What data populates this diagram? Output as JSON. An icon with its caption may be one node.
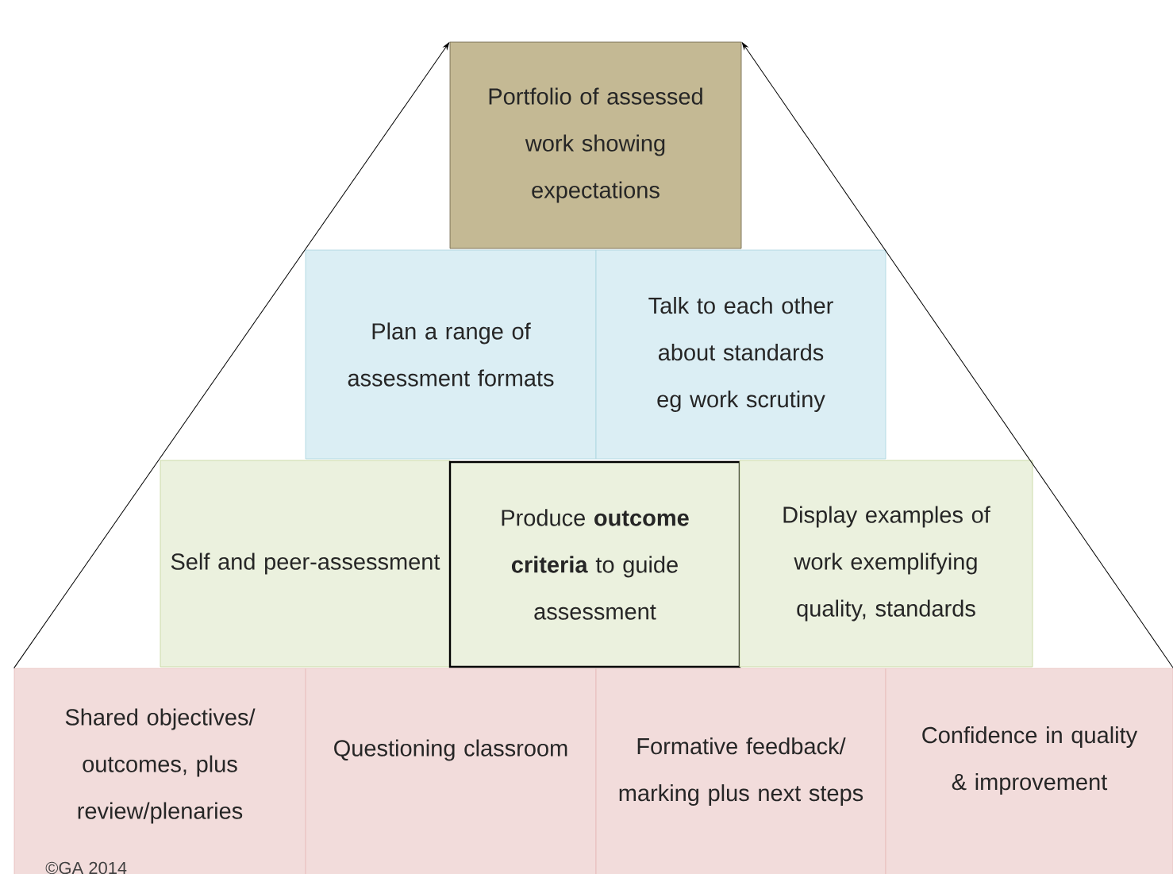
{
  "diagram": {
    "nodes": [
      {
        "text": [
          "Portfolio of assessed work showing expectations"
        ]
      },
      {
        "text": [
          "Plan a range of assessment formats"
        ]
      },
      {
        "text": [
          "Talk to each other about standards eg work scrutiny"
        ]
      },
      {
        "text": [
          "Self and peer-assessment"
        ]
      },
      {
        "text": [
          "Produce **outcome criteria** to guide assessment"
        ]
      },
      {
        "text": [
          "Display examples of work exemplifying quality, standards"
        ]
      },
      {
        "text": [
          "Shared objectives/ outcomes, plus review/plenaries"
        ]
      },
      {
        "text": [
          "Questioning classroom"
        ]
      },
      {
        "text": [
          "Formative feedback/ marking plus next steps"
        ]
      },
      {
        "text": [
          "Confidence in quality & improvement"
        ]
      }
    ],
    "edges": [
      {
        "from": 6,
        "to": 0,
        "arrow": "to"
      },
      {
        "from": 9,
        "to": 0,
        "arrow": "to"
      }
    ],
    "labels": [
      "©GA 2014"
    ]
  }
}
